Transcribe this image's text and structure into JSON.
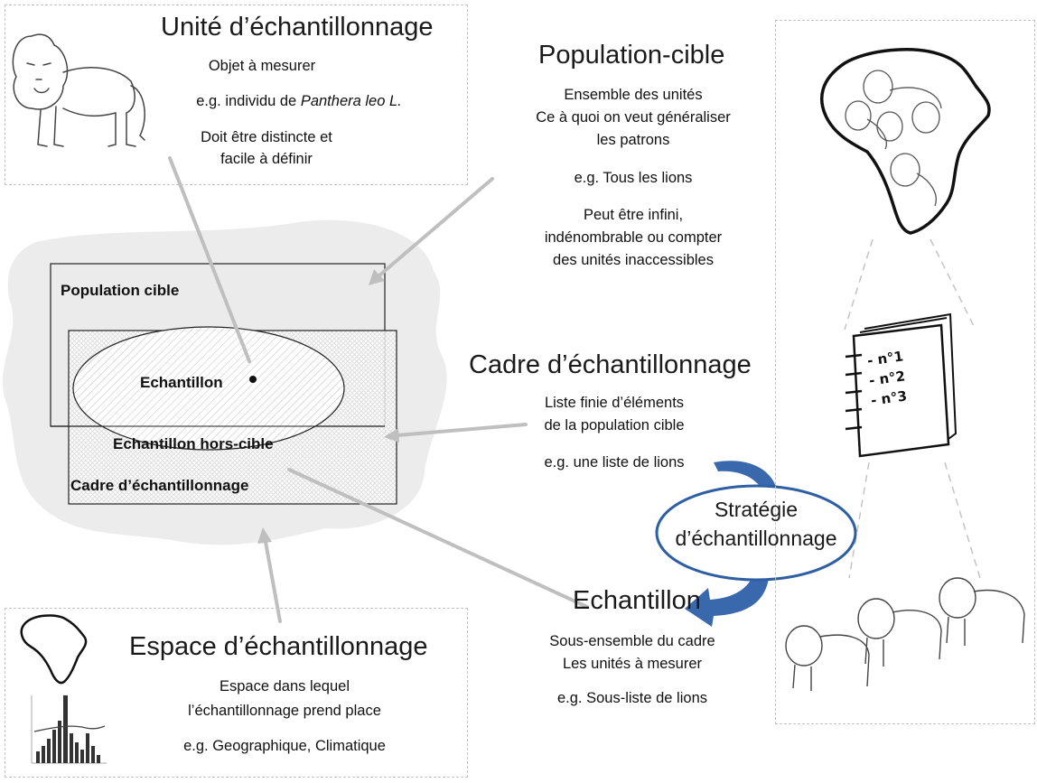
{
  "sampling_unit": {
    "title": "Unité d’échantillonnage",
    "line1": "Objet à mesurer",
    "example_prefix": "e.g. individu de ",
    "example_species": "Panthera leo L.",
    "line3": "Doit être distincte et",
    "line4": "facile à définir"
  },
  "target_population": {
    "title": "Population-cible",
    "line1": "Ensemble des unités",
    "line2": "Ce à quoi on veut généraliser",
    "line3": "les patrons",
    "example": "e.g. Tous les lions",
    "line5": "Peut être infini,",
    "line6": "indénombrable ou compter",
    "line7": "des unités inaccessibles"
  },
  "sampling_frame": {
    "title": "Cadre d’échantillonnage",
    "line1": "Liste finie d’éléments",
    "line2": "de la population cible",
    "example": "e.g. une liste de lions"
  },
  "strategy": {
    "line1": "Stratégie",
    "line2": "d’échantillonnage"
  },
  "sample": {
    "title": "Echantillon",
    "line1": "Sous-ensemble du cadre",
    "line2": "Les unités à mesurer",
    "example": "e.g. Sous-liste de lions"
  },
  "sampling_space": {
    "title": "Espace d’échantillonnage",
    "line1": "Espace dans lequel",
    "line2": "l’échantillonnage prend place",
    "example": "e.g.  Geographique, Climatique"
  },
  "venn": {
    "population_label": "Population cible",
    "sample_label": "Echantillon",
    "off_target_label": "Echantillon hors-cible",
    "frame_label": "Cadre d’échantillonnage"
  },
  "notebook": {
    "item1": "- n°1",
    "item2": "- n°2",
    "item3": "- n°3"
  },
  "colors": {
    "arrow_gray": "#bfbfbf",
    "blob_gray": "#ececec",
    "strategy_blue": "#2e5fa3",
    "strategy_arrow": "#3a68ad"
  }
}
